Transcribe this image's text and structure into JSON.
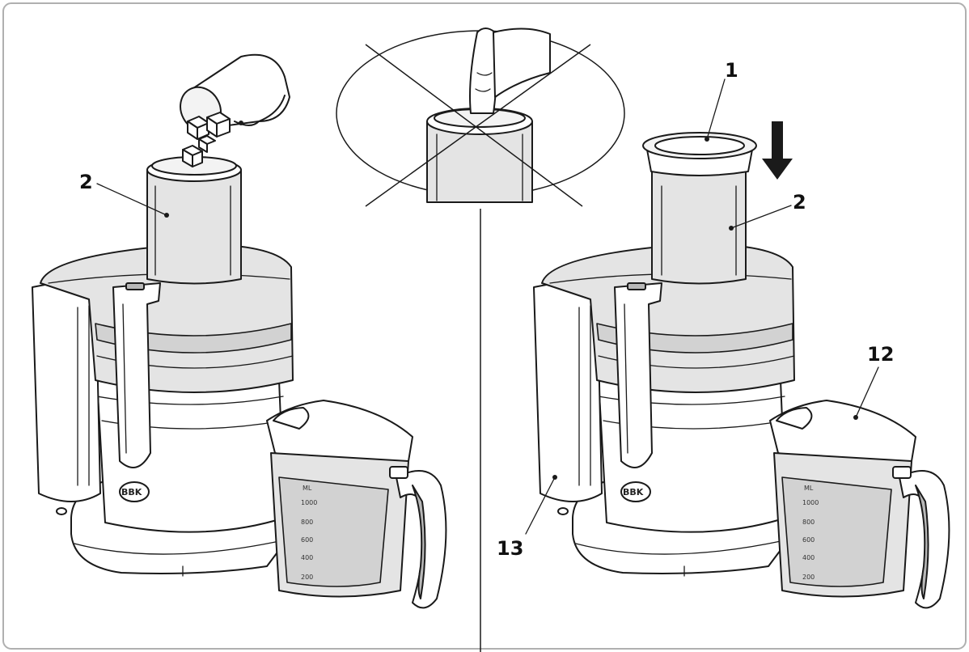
{
  "callouts": {
    "left_pusher": "2",
    "right_cover": "1",
    "right_pusher": "2",
    "right_jug_lid": "12",
    "right_pulp_container": "13"
  },
  "jug_scale": {
    "unit": "ML",
    "marks": [
      "1000",
      "800",
      "600",
      "400",
      "200"
    ]
  },
  "brand_badge": "BBK",
  "colors": {
    "line": "#1a1a1a",
    "frame": "#b0b0b0",
    "transparent_part": "#e4e4e4",
    "background": "#ffffff"
  },
  "icons": {
    "down_arrow": "arrow-down-icon",
    "prohibition": "cross-out-icon",
    "finger": "finger-icon"
  }
}
